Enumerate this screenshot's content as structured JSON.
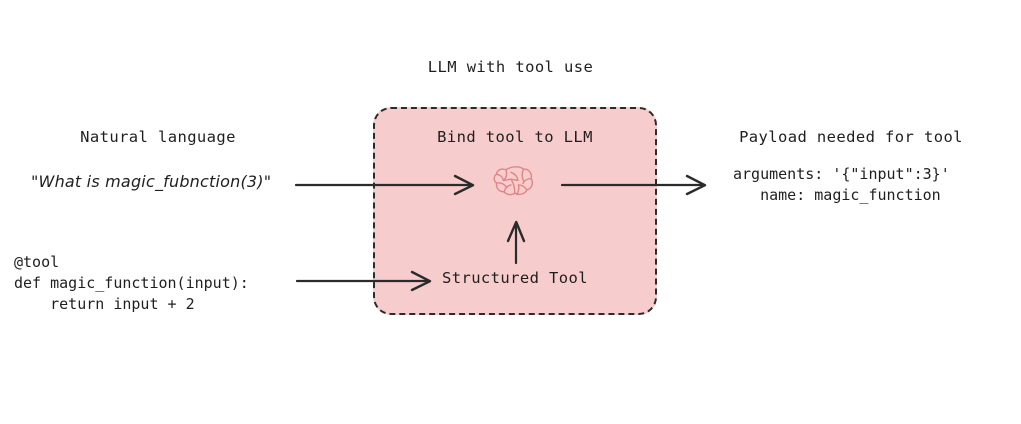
{
  "diagram": {
    "title": "LLM with tool use",
    "background_color": "#ffffff",
    "ink_color": "#1f1f1f",
    "panel": {
      "label": "Bind tool to LLM",
      "fill_color": "#f7cccc",
      "border_color": "#2b2b2b",
      "border_style": "dashed",
      "inner_label": "Structured Tool",
      "icon_name": "brain-icon",
      "icon_color": "#e08585"
    },
    "left": {
      "heading": "Natural language",
      "query": "\"What is magic_fubnction(3)\"",
      "code": "@tool\ndef magic_function(input):\n    return input + 2"
    },
    "right": {
      "heading": "Payload needed for tool",
      "payload": "arguments: '{\"input\":3}'\n   name: magic_function"
    },
    "arrows": [
      {
        "name": "arrow-query-to-llm",
        "from": "natural-language-query",
        "to": "llm-brain",
        "direction": "right"
      },
      {
        "name": "arrow-llm-to-payload",
        "from": "llm-brain",
        "to": "payload",
        "direction": "right"
      },
      {
        "name": "arrow-code-to-structured-tool",
        "from": "tool-code",
        "to": "structured-tool",
        "direction": "right"
      },
      {
        "name": "arrow-structured-tool-to-brain",
        "from": "structured-tool",
        "to": "llm-brain",
        "direction": "up"
      }
    ]
  }
}
